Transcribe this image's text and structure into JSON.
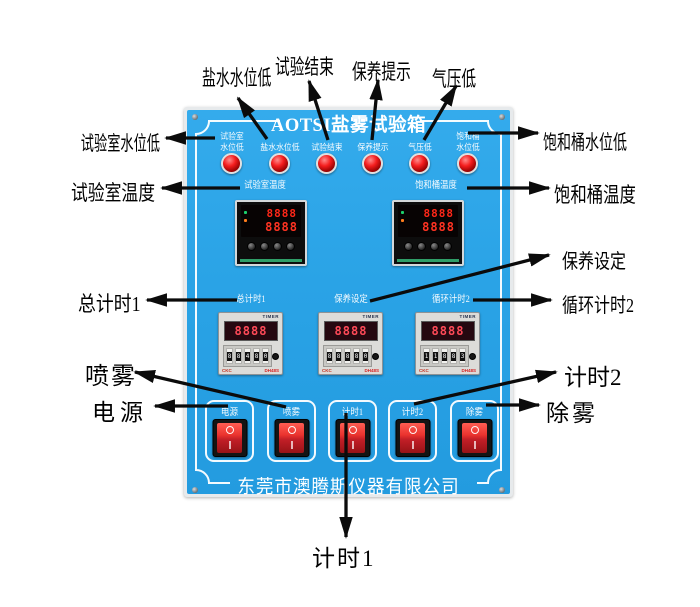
{
  "panel": {
    "title": "AOTSI盐雾试验箱",
    "company": "东莞市澳腾斯仪器有限公司",
    "indicators": [
      {
        "line1": "试验室",
        "line2": "水位低"
      },
      {
        "line1": "盐水水位低",
        "line2": ""
      },
      {
        "line1": "试验结束",
        "line2": ""
      },
      {
        "line1": "保养提示",
        "line2": ""
      },
      {
        "line1": "气压低",
        "line2": ""
      },
      {
        "line1": "饱和桶",
        "line2": "水位低"
      }
    ],
    "temp_controllers": [
      {
        "label": "试验室温度",
        "pv": "8888",
        "sv": "8888"
      },
      {
        "label": "饱和桶温度",
        "pv": "8888",
        "sv": "8888"
      }
    ],
    "timers": [
      {
        "label": "总计时1",
        "device_tag": "TIMER",
        "display": "8888",
        "wheels": [
          "8",
          "8",
          "4",
          "8",
          "0"
        ],
        "brand": "CKC",
        "model": "DH48S"
      },
      {
        "label": "保养设定",
        "device_tag": "TIMER",
        "display": "8888",
        "wheels": [
          "8",
          "8",
          "8",
          "8",
          "0"
        ],
        "brand": "CKC",
        "model": "DH48S"
      },
      {
        "label": "循环计时2",
        "device_tag": "TIMER",
        "display": "8888",
        "wheels": [
          "1",
          "1",
          "8",
          "8",
          "3"
        ],
        "brand": "CKC",
        "model": "DH48S"
      }
    ],
    "switches": [
      {
        "label": "电源"
      },
      {
        "label": "喷雾"
      },
      {
        "label": "计时1"
      },
      {
        "label": "计时2"
      },
      {
        "label": "除雾"
      }
    ]
  },
  "callouts": {
    "chamber_water_low": "试验室水位低",
    "salt_water_low": "盐水水位低",
    "test_end": "试验结束",
    "maintenance_hint": "保养提示",
    "air_pressure_low": "气压低",
    "saturator_water_low": "饱和桶水位低",
    "chamber_temp": "试验室温度",
    "saturator_temp": "饱和桶温度",
    "maintenance_set": "保养设定",
    "total_timer1": "总计时1",
    "cycle_timer2": "循环计时2",
    "spray": "喷雾",
    "power": "电源",
    "timer2": "计时2",
    "defog": "除雾",
    "timer1": "计时1"
  },
  "colors": {
    "panel_blue": "#2aa3e6",
    "led_red": "#d01010",
    "rocker_red": "#e0312e",
    "arrow_black": "#0b0b0b"
  }
}
